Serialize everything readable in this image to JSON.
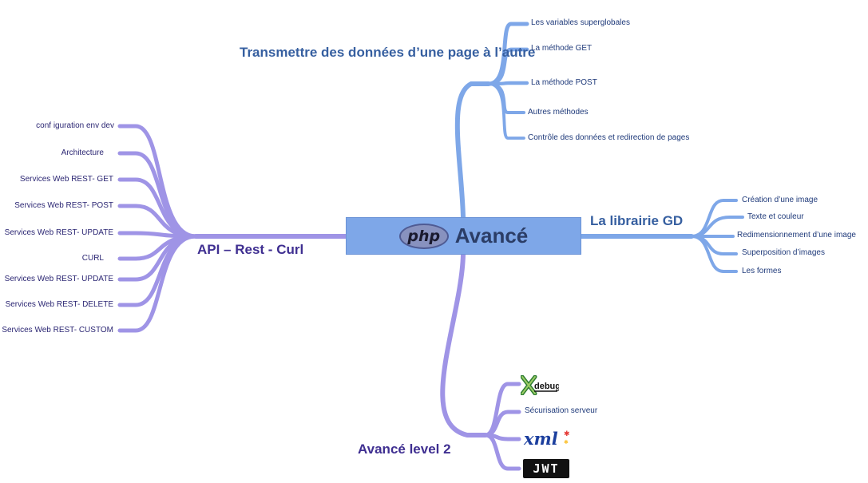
{
  "central": {
    "title": "Avancé",
    "logo_text": "php"
  },
  "colors": {
    "blue_branch": "#7ea7e8",
    "purple_branch": "#9f94e6",
    "heading_blue": "#365fa0",
    "heading_purple": "#3f2f91",
    "leaf_text": "#1f3a7a"
  },
  "branches": {
    "transmettre": {
      "label": "Transmettre des données d’une page à l’autre",
      "leaves": [
        "Les variables superglobales",
        "La méthode GET",
        "La méthode POST",
        "Autres méthodes",
        "Contrôle des données et redirection de pages"
      ]
    },
    "librairie_gd": {
      "label": "La librairie GD",
      "leaves": [
        "Création d’une image",
        "Texte et couleur",
        "Redimensionnement d’une image",
        "Superposition d’images",
        "Les formes"
      ]
    },
    "api": {
      "label": "API – Rest - Curl",
      "leaves": [
        "conf iguration env dev",
        "Architecture",
        "Services Web REST- GET",
        "Services Web REST- POST",
        "Services Web REST- UPDATE",
        "CURL",
        "Services Web REST- UPDATE",
        "Services Web REST- DELETE",
        "Services Web REST- CUSTOM"
      ]
    },
    "level2": {
      "label": "Avancé level 2",
      "leaves": [
        "Sécurisation serveur"
      ],
      "logos": {
        "xdebug": "debug",
        "xml": "xml",
        "jwt": "JWT"
      }
    }
  }
}
